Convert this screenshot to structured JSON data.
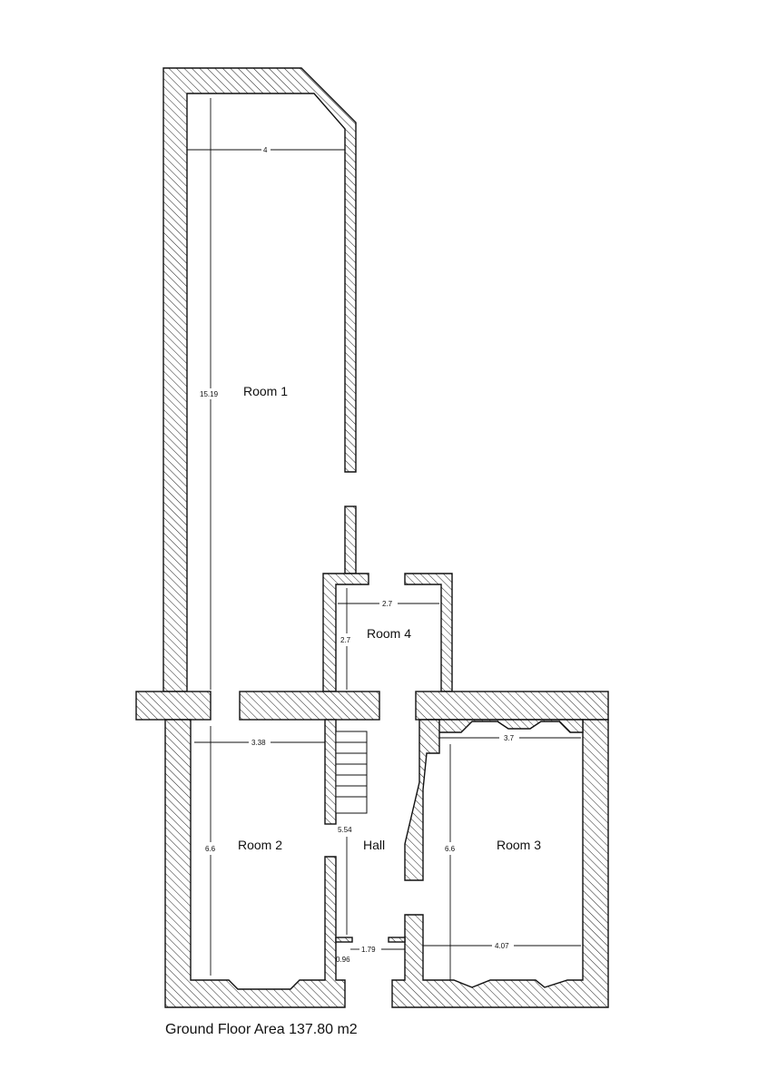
{
  "rooms": {
    "room1": "Room 1",
    "room2": "Room 2",
    "room3": "Room 3",
    "room4": "Room 4",
    "hall": "Hall"
  },
  "dimensions": {
    "room1_width": "4",
    "room1_length": "15.19",
    "room4_width": "2.7",
    "room4_length": "2.7",
    "room2_width": "3.38",
    "room2_length": "6.6",
    "hall_length": "5.54",
    "hall_width": "1.79",
    "hall_door": "0.96",
    "room3_width_top": "3.7",
    "room3_length": "6.6",
    "room3_width_bottom": "4.07"
  },
  "caption": "Ground Floor Area 137.80 m2"
}
